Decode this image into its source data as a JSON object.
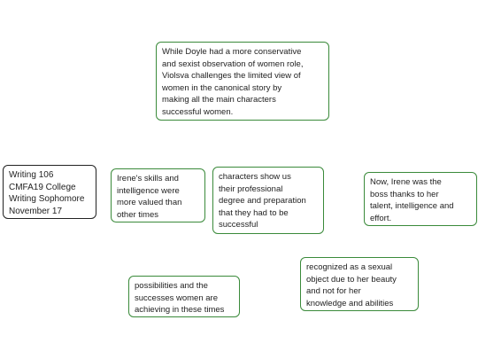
{
  "nodes": {
    "main": "While Doyle had a more conservative\nand sexist observation of women role,\nViolsva challenges the limited view of\nwomen in the canonical story by\nmaking all the main characters\nsuccessful women.",
    "info": "Writing 106\nCMFA19 College\nWriting Sophomore\nNovember 17",
    "skills": "Irene's skills and\nintelligence were\nmore valued than\nother times",
    "professional": "characters show us\ntheir professional\ndegree and preparation\nthat they had to be\nsuccessful",
    "boss": "Now, Irene was the\nboss thanks to her\ntalent, intelligence and\neffort.",
    "object": "recognized as a sexual\nobject due to her beauty\nand not for her\nknowledge and abilities",
    "possibilities": "possibilities and the\nsuccesses women are\nachieving in these times"
  },
  "colors": {
    "node_border": "#3a8a3a",
    "info_border": "#222222",
    "text": "#222222"
  }
}
